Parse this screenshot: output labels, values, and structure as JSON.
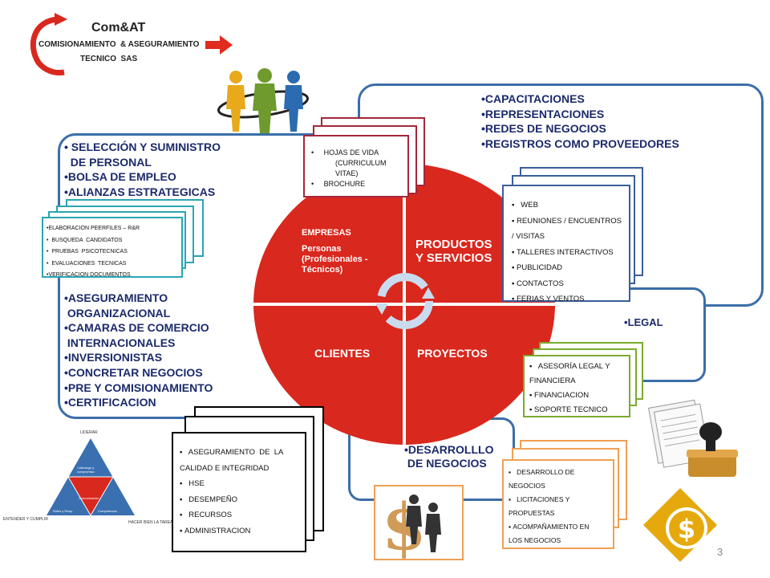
{
  "logo": {
    "brand": "Com&AT",
    "line1": "COMISIONAMIENTO  & ASEGURAMIENTO",
    "line2": "TECNICO  SAS"
  },
  "top_right_box": {
    "items": [
      "CAPACITACIONES",
      "REPRESENTACIONES",
      "REDES DE NEGOCIOS",
      "REGISTROS COMO PROVEEDORES"
    ]
  },
  "left_box": {
    "items_top": [
      " SELECCIÓN Y SUMINISTRO\n  DE PERSONAL",
      "BOLSA DE EMPLEO",
      "ALIANZAS ESTRATEGICAS"
    ],
    "items_bottom": [
      "ASEGURAMIENTO\n ORGANIZACIONAL",
      "CAMARAS DE COMERCIO\n INTERNACIONALES",
      "INVERSIONISTAS",
      "CONCRETAR NEGOCIOS",
      "PRE Y COMISIONAMIENTO",
      "CERTIFICACION"
    ]
  },
  "seleccion_docs": {
    "lines": [
      "ELABORACION PEERFILES  – R&R",
      "  BUSQUEDA  CANDIDATOS",
      "  PRUEBAS  PSICOTECNICAS",
      "  EVALUACIONES  TECNICAS",
      "VERIFICACION DOCUMENTOS"
    ]
  },
  "hojas_docs": {
    "lines": [
      "HOJAS DE VIDA",
      "(CURRICULUM",
      "VITAE)",
      "BROCHURE"
    ]
  },
  "circle": {
    "q1_title": "EMPRESAS",
    "q1_sub": "Personas\n(Profesionales -\nTécnicos)",
    "q2": "PRODUCTOS\nY SERVICIOS",
    "q3": "CLIENTES",
    "q4": "PROYECTOS"
  },
  "web_docs": {
    "lines": [
      "  WEB",
      "REUNIONES / ENCUENTROS",
      "/ VISITAS",
      "TALLERES  INTERACTIVOS",
      "PUBLICIDAD",
      "CONTACTOS",
      "FERIAS Y VENTOS"
    ]
  },
  "legal": {
    "label": "LEGAL",
    "lines": [
      "  ASESORÍA LEGAL Y",
      "FINANCIERA",
      "FINANCIACION",
      "SOPORTE TECNICO"
    ]
  },
  "calidad_docs": {
    "lines": [
      "  ASEGURAMIENTO  DE  LA",
      "CALIDAD E INTEGRIDAD",
      "  HSE",
      "  DESEMPEÑO",
      "  RECURSOS",
      "ADMINISTRACION"
    ]
  },
  "desarrollo": {
    "title": "DESARROLLLO\n DE NEGOCIOS",
    "lines": [
      "  DESARROLLO DE",
      "NEGOCIOS",
      "  LICITACIONES Y",
      "PROPUESTAS",
      "ACOMPAÑAMIENTO EN",
      "LOS NEGOCIOS"
    ]
  },
  "triangle": {
    "top": "LIDERAR",
    "left": "ENTENDER  Y CUMPLIR",
    "right": "HACER BIEN LA TAREA",
    "top_inner": "Liderazgo y\ncompromiso",
    "center": "Comunicación",
    "bottom_left": "Roles y Resp.",
    "bottom_right": "Competencia"
  },
  "page_number": "3",
  "colors": {
    "frame_blue": "#3b6ea8",
    "circle_red": "#d9281e",
    "text_navy": "#1b2a6b",
    "teal": "#2aa5b3",
    "green": "#7aab2e",
    "orange": "#f0a054",
    "maroon": "#a4273a",
    "slate": "#3a5f9a",
    "gold": "#e5a90e"
  },
  "icons": [
    "arrow-curve-icon",
    "arrow-right-icon",
    "people-icon",
    "refresh-cycle-icon",
    "stamp-icon",
    "dollar-icon",
    "business-dollar-icon"
  ]
}
